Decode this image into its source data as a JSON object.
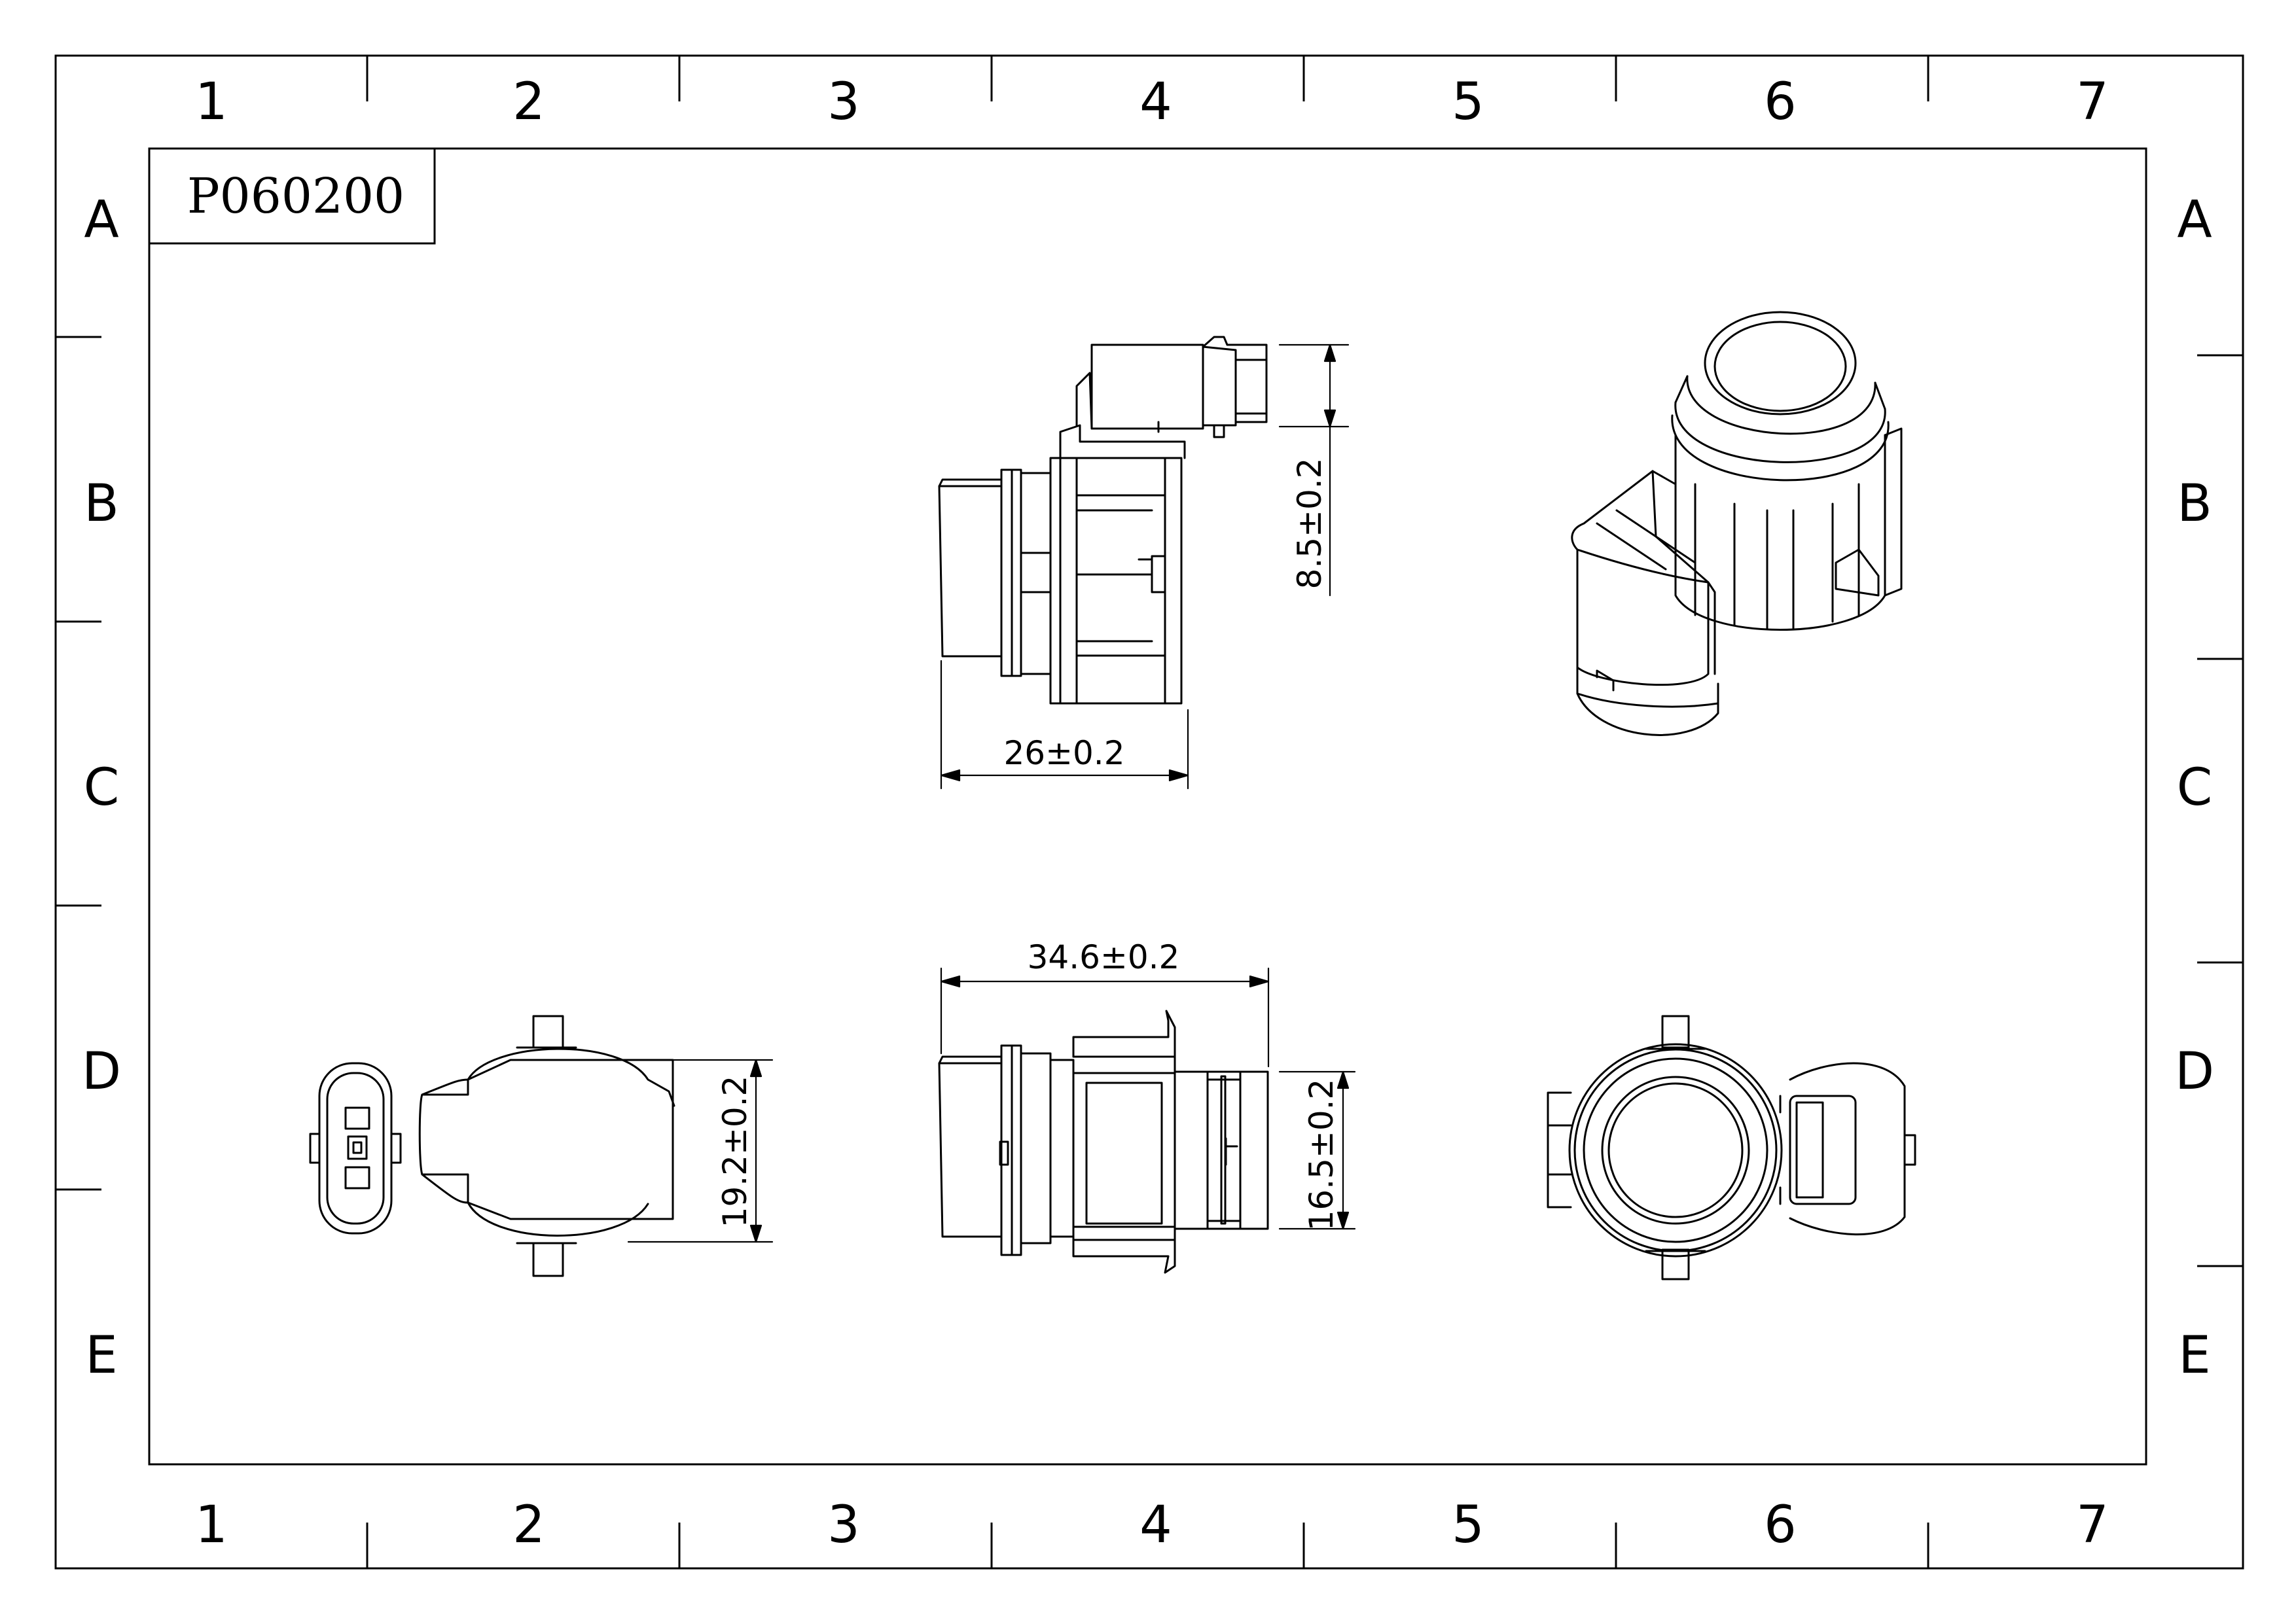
{
  "drawing": {
    "part_number": "P060200",
    "column_labels": [
      "1",
      "2",
      "3",
      "4",
      "5",
      "6",
      "7"
    ],
    "row_labels": [
      "A",
      "B",
      "C",
      "D",
      "E"
    ]
  },
  "dimensions": {
    "top_view_height": "8.5±0.2",
    "top_view_length": "26±0.2",
    "side_view_length": "34.6±0.2",
    "side_view_height": "16.5±0.2",
    "back_view_height": "19.2±0.2"
  }
}
